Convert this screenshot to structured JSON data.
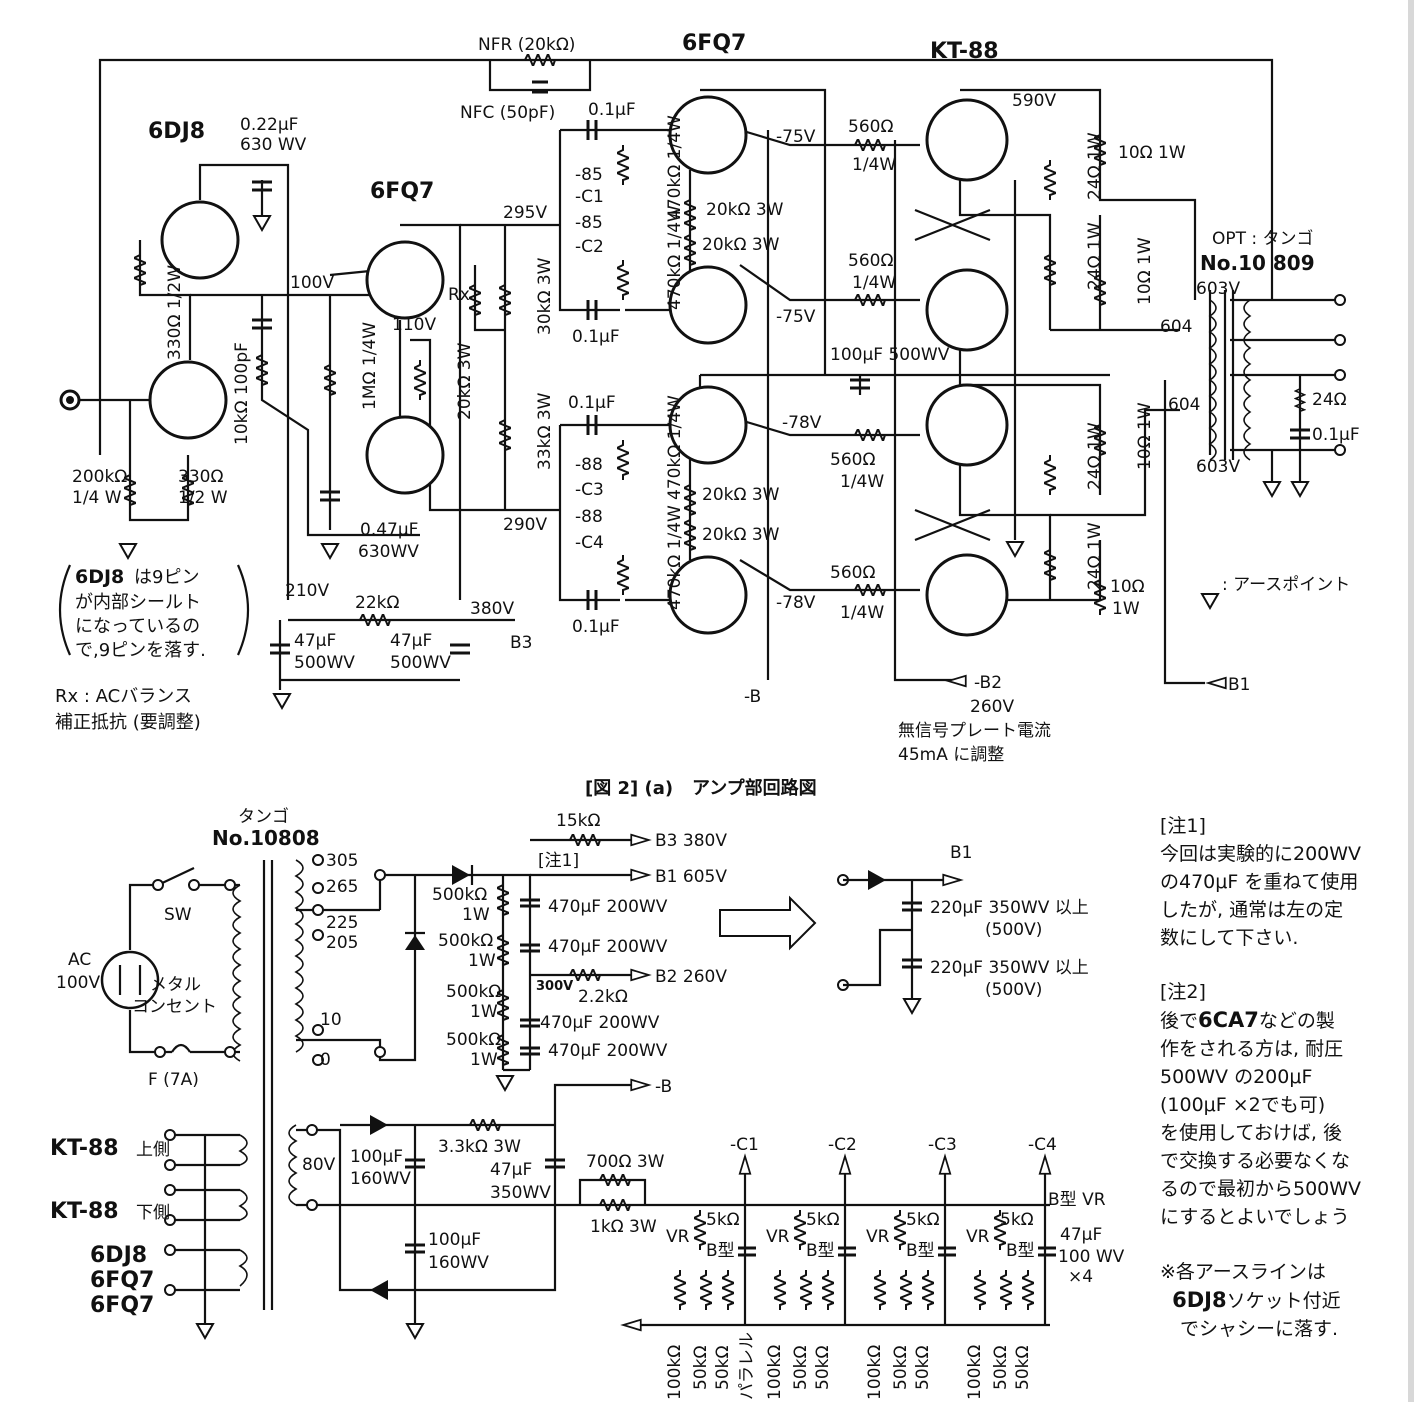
{
  "figure": {
    "caption_num": "[図 2] (a)",
    "caption_text": "アンプ部回路図"
  },
  "tubes": {
    "t6dj8": "6DJ8",
    "t6fq7_a": "6FQ7",
    "t6fq7_b": "6FQ7",
    "kt88": "KT-88"
  },
  "amp": {
    "nfr": "NFR (20kΩ)",
    "nfc": "NFC (50pF)",
    "c022": "0.22μF",
    "c022v": "630 WV",
    "r330_half": "330Ω 1/2W",
    "c100p": "10kΩ 100pF",
    "v100": "100V",
    "v110": "110V",
    "r1m": "1MΩ 1/4W",
    "r20k3w_a": "20kΩ 3W",
    "rx": "Rx",
    "r30k": "30kΩ 3W",
    "r33k": "33kΩ 3W",
    "v295": "295V",
    "v290": "290V",
    "v210": "210V",
    "v380": "380V",
    "b3": "B3",
    "r22k": "22kΩ",
    "c47a": "47μF",
    "c47a_v": "500WV",
    "c47b": "47μF",
    "c47b_v": "500WV",
    "c047": "0.47μF",
    "c047v": "630WV",
    "r200k": "200kΩ",
    "r200k_w": "1/4 W",
    "r330": "330Ω",
    "r330_w": "1/2 W",
    "c01_1": "0.1μF",
    "c01_2": "0.1μF",
    "c01_3": "0.1μF",
    "c01_4": "0.1μF",
    "m85a": "-85",
    "c1": "-C1",
    "m85b": "-85",
    "c2": "-C2",
    "m88a": "-88",
    "c3": "-C3",
    "m88b": "-88",
    "c4": "-C4",
    "r470k_1": "470kΩ 1/4W",
    "r470k_2": "470kΩ 1/4W",
    "r470k_3": "470kΩ 1/4W",
    "r470k_4": "470kΩ 1/4W",
    "r20k_1": "20kΩ 3W",
    "r20k_2": "20kΩ 3W",
    "r20k_3": "20kΩ 3W",
    "r20k_4": "20kΩ 3W",
    "v75a": "-75V",
    "v75b": "-75V",
    "v78a": "-78V",
    "v78b": "-78V",
    "r560_1": "560Ω",
    "r560_2": "560Ω",
    "r560_3": "560Ω",
    "r560_4": "560Ω",
    "q1": "1/4W",
    "q2": "1/4W",
    "q3": "1/4W",
    "q4": "1/4W",
    "c100u": "100μF 500WV",
    "v590": "590V",
    "r10_1": "10Ω 1W",
    "r10_2": "10Ω 1W",
    "r10_3": "10Ω 1W",
    "r10_4": "10Ω",
    "r10_4w": "1W",
    "r24_1": "24Ω 1W",
    "r24_2": "24Ω 1W",
    "r24_3": "24Ω 1W",
    "r24_4": "24Ω 1W",
    "opt": "OPT : タンゴ",
    "opt_no": "No.10 809",
    "v603a": "603V",
    "v603b": "603V",
    "n604a": "604",
    "n604b": "604",
    "r24": "24Ω",
    "c01_out": "0.1μF",
    "minus_b": "-B",
    "b2": "-B2",
    "v260": "260V",
    "b1": "B1",
    "plate1": "無信号プレート電流",
    "plate2": "45mA に調整",
    "earth_point": ": アースポイント"
  },
  "notes_left": {
    "bubble1": "6DJ8",
    "bubble1b": "は9ピン",
    "bubble2": "が内部シールト",
    "bubble3": "になっているの",
    "bubble4": "で,9ピンを落す.",
    "rx1": "Rx : ACバランス",
    "rx2": "補正抵抗 (要調整)"
  },
  "power": {
    "tango": "タンゴ",
    "tno": "No.10808",
    "t305": "305",
    "t265": "265",
    "t225": "225",
    "t205": "205",
    "t10": "10",
    "t0": "0",
    "sw": "SW",
    "ac": "AC",
    "ac_v": "100V",
    "metal1": "メタル",
    "metal2": "コンセント",
    "fuse": "F (7A)",
    "r15k": "15kΩ",
    "b3_380": "B3 380V",
    "note1ref": "[注1]",
    "b1_605": "B1 605V",
    "r500k_1": "500kΩ",
    "r500k_1w": "1W",
    "r500k_2": "500kΩ",
    "r500k_2w": "1W",
    "r500k_3": "500kΩ",
    "r500k_3w": "1W",
    "r500k_4": "500kΩ",
    "r500k_4w": "1W",
    "c470_1": "470μF 200WV",
    "c470_2": "470μF 200WV",
    "c470_3": "470μF 200WV",
    "c470_4": "470μF 200WV",
    "v300": "300V",
    "r22": "2.2kΩ",
    "b2_260": "B2 260V",
    "minusb": "-B",
    "kt88u": "KT-88",
    "kt88u_s": "上側",
    "kt88l": "KT-88",
    "kt88l_s": "下側",
    "h1": "6DJ8",
    "h2": "6FQ7",
    "h3": "6FQ7",
    "v80": "80V",
    "c100a": "100μF",
    "c100a_v": "160WV",
    "r33k3": "3.3kΩ 3W",
    "c47": "47μF",
    "c47v": "350WV",
    "c100b": "100μF",
    "c100b_v": "160WV",
    "r700": "700Ω 3W",
    "r1k": "1kΩ 3W",
    "bc1": "-C1",
    "bc2": "-C2",
    "bc3": "-C3",
    "bc4": "-C4",
    "btype": "B型 VR",
    "c47x4": "47μF",
    "c47x4b": "100 WV",
    "c47x4c": "×4",
    "vr": "VR",
    "k5": "5kΩ",
    "btype_s": "B型",
    "r100k": "100kΩ",
    "r50k": "50kΩ",
    "para": "パラレル",
    "alt_b1": "B1",
    "alt_c1": "220μF 350WV 以上",
    "alt_c1b": "(500V)",
    "alt_c2": "220μF 350WV 以上",
    "alt_c2b": "(500V)"
  },
  "notes_right": {
    "n1_title": "[注1]",
    "n1_l1": "今回は実験的に200WV",
    "n1_l2": "の470μF を重ねて使用",
    "n1_l3": "したが, 通常は左の定",
    "n1_l4": "数にして下さい.",
    "n2_title": "[注2]",
    "n2_l1a": "後で",
    "n2_l1b": "6CA7",
    "n2_l1c": "などの製",
    "n2_l2": "作をされる方は, 耐圧",
    "n2_l3": "500WV の200μF",
    "n2_l4": "(100μF ×2でも可)",
    "n2_l5": "を使用しておけば, 後",
    "n2_l6": "で交換する必要なくな",
    "n2_l7": "るので最初から500WV",
    "n2_l8": "にするとよいでしょう",
    "n3_l1": "※各アースラインは",
    "n3_l2a": "6DJ8",
    "n3_l2b": "ソケット付近",
    "n3_l3": "でシャシーに落す."
  }
}
